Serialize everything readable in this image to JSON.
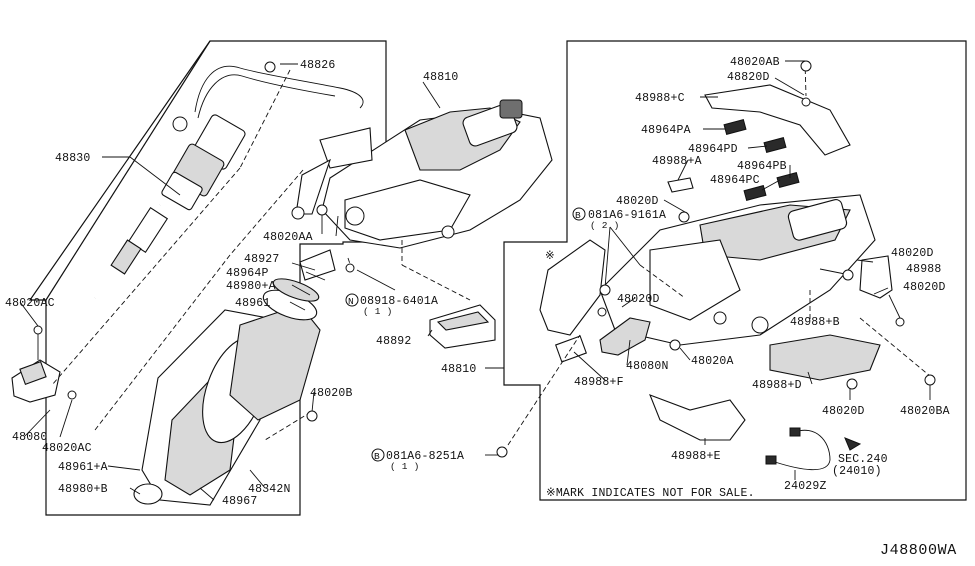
{
  "diagram_code": "J48800WA",
  "note": "※MARK INDICATES NOT FOR SALE.",
  "parts": {
    "p48826": "48826",
    "p48830": "48830",
    "p48810_top": "48810",
    "p48020AA": "48020AA",
    "p48020AC_upper": "48020AC",
    "p48080": "48080",
    "p48020AC_lower": "48020AC",
    "p48927": "48927",
    "p48964P": "48964P",
    "p48980A": "48980+A",
    "p48961": "48961",
    "p48020B": "48020B",
    "p48961A": "48961+A",
    "p48980B": "48980+B",
    "p48342N": "48342N",
    "p48967": "48967",
    "p08918": "08918-6401A",
    "p08918_qty": "( 1 )",
    "p48892": "48892",
    "p48810_mid": "48810",
    "p081A6_8251A": "081A6-8251A",
    "p081A6_8251A_qty": "( 1 )",
    "p48020AB": "48020AB",
    "p48820D": "48820D",
    "p48988C": "48988+C",
    "p48964PA": "48964PA",
    "p48964PD": "48964PD",
    "p48988A": "48988+A",
    "p48964PB": "48964PB",
    "p48964PC": "48964PC",
    "p48020D_a": "48020D",
    "p081A6_9161A": "081A6-9161A",
    "p081A6_9161A_qty": "( 2 )",
    "p48020D_b": "48020D",
    "p48020D_c": "48020D",
    "p48988": "48988",
    "p48020D_d": "48020D",
    "p48988B": "48988+B",
    "p48988F": "48988+F",
    "p48080N": "48080N",
    "p48020A": "48020A",
    "p48988D": "48988+D",
    "p48020D_e": "48020D",
    "p48020BA": "48020BA",
    "p48988E": "48988+E",
    "p24029Z": "24029Z",
    "sec240": "SEC.240",
    "sec240_ref": "(24010)"
  },
  "callout_letters": {
    "N": "N",
    "B": "B"
  },
  "marks": {
    "not_for_sale": "※"
  }
}
